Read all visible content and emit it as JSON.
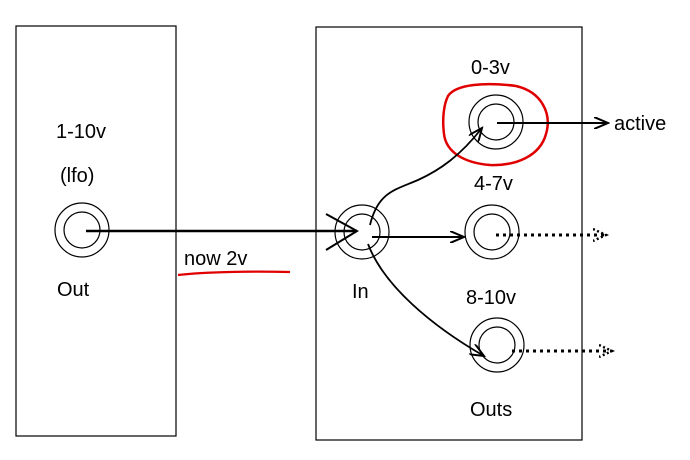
{
  "lfo_module": {
    "range_label": "1-10v",
    "type_label": "(lfo)",
    "jack_label": "Out"
  },
  "cable": {
    "note": "now 2v"
  },
  "switch_module": {
    "input_label": "In",
    "outputs_label": "Outs",
    "outputs": [
      {
        "range": "0-3v",
        "state": "active"
      },
      {
        "range": "4-7v",
        "state": ""
      },
      {
        "range": "8-10v",
        "state": ""
      }
    ]
  },
  "colors": {
    "ink": "#000000",
    "highlight": "#e00000",
    "background": "#ffffff"
  },
  "icons": {
    "jack": "jack-socket-icon",
    "arrow": "arrow-icon",
    "dotted_arrow": "dotted-arrow-icon"
  }
}
